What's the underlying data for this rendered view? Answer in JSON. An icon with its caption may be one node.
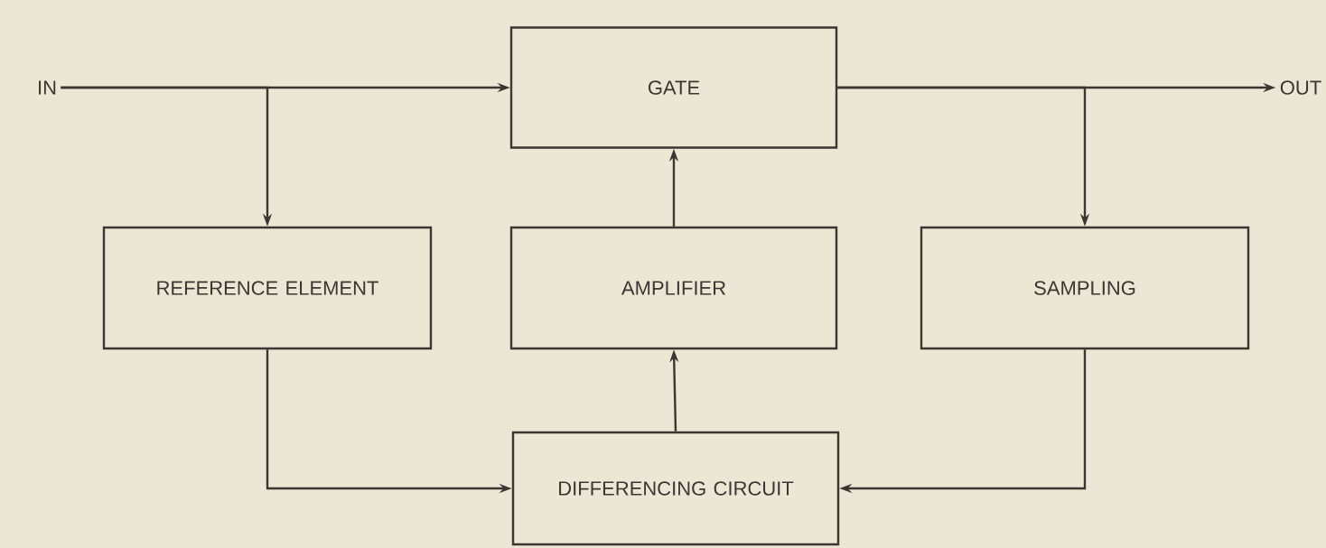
{
  "diagram": {
    "nodes": [
      {
        "text": [
          "IN"
        ]
      },
      {
        "text": [
          "GATE"
        ]
      },
      {
        "text": [
          "OUT"
        ]
      },
      {
        "text": [
          "REFERENCE ELEMENT"
        ]
      },
      {
        "text": [
          "AMPLIFIER"
        ]
      },
      {
        "text": [
          "SAMPLING"
        ]
      },
      {
        "text": [
          "DIFFERENCING CIRCUIT"
        ]
      }
    ],
    "edges": [
      {
        "from": 0,
        "to": 1,
        "arrow": "to"
      },
      {
        "from": 0,
        "to": 3,
        "arrow": "to"
      },
      {
        "from": 1,
        "to": 2,
        "arrow": "to"
      },
      {
        "from": 1,
        "to": 5,
        "arrow": "to"
      },
      {
        "from": 4,
        "to": 1,
        "arrow": "to"
      },
      {
        "from": 6,
        "to": 4,
        "arrow": "to"
      },
      {
        "from": 3,
        "to": 6,
        "arrow": "to"
      },
      {
        "from": 5,
        "to": 6,
        "arrow": "to"
      }
    ]
  }
}
